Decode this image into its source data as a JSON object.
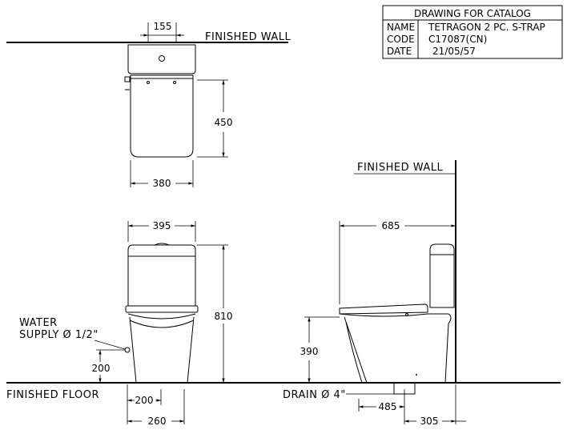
{
  "title_block": {
    "heading": "DRAWING FOR CATALOG",
    "rows": [
      {
        "key": "NAME",
        "value": "TETRAGON 2 PC. S-TRAP"
      },
      {
        "key": "CODE",
        "value": "C17087(CN)"
      },
      {
        "key": "DATE",
        "value": "21/05/57"
      }
    ]
  },
  "labels": {
    "finished_wall_top": "FINISHED WALL",
    "finished_wall_side": "FINISHED WALL",
    "finished_floor": "FINISHED FLOOR",
    "water_supply_line1": "WATER",
    "water_supply_line2": "SUPPLY Ø 1/2\"",
    "drain": "DRAIN Ø 4\""
  },
  "dimensions": {
    "top_supply_spacing": "155",
    "top_depth": "450",
    "top_width": "380",
    "front_width": "395",
    "front_height": "810",
    "supply_height": "200",
    "floor_inner": "200",
    "floor_outer": "260",
    "side_depth": "685",
    "seat_height": "390",
    "drain_offset": "485",
    "wall_to_drain": "305"
  }
}
